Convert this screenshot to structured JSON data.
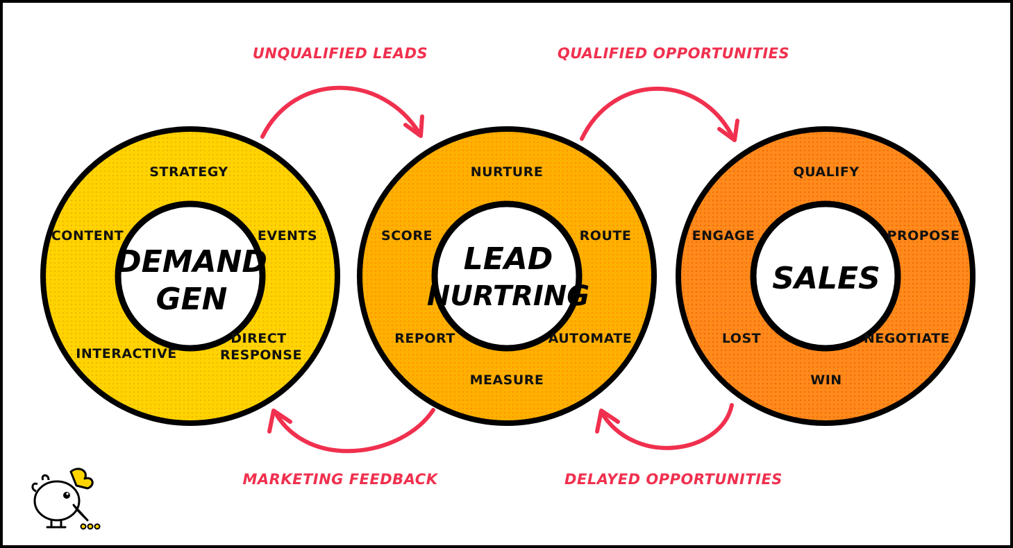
{
  "stages": [
    {
      "id": "demand-gen",
      "center_lines": [
        "DEMAND",
        "GEN"
      ],
      "color": "#ffd500",
      "items": [
        "STRATEGY",
        "EVENTS",
        "DIRECT RESPONSE",
        "INTERACTIVE",
        "CONTENT"
      ]
    },
    {
      "id": "lead-nurturing",
      "center_lines": [
        "LEAD",
        "NURTRING"
      ],
      "color": "#ffb400",
      "items": [
        "NURTURE",
        "ROUTE",
        "AUTOMATE",
        "MEASURE",
        "REPORT",
        "SCORE"
      ]
    },
    {
      "id": "sales",
      "center_lines": [
        "SALES"
      ],
      "color": "#ff8c1a",
      "items": [
        "QUALIFY",
        "PROPOSE",
        "NEGOTIATE",
        "WIN",
        "LOST",
        "ENGAGE"
      ]
    }
  ],
  "flows": [
    {
      "label": "UNQUALIFIED LEADS",
      "from": "demand-gen",
      "to": "lead-nurturing"
    },
    {
      "label": "QUALIFIED OPPORTUNITIES",
      "from": "lead-nurturing",
      "to": "sales"
    },
    {
      "label": "MARKETING FEEDBACK",
      "from": "lead-nurturing",
      "to": "demand-gen"
    },
    {
      "label": "DELAYED OPPORTUNITIES",
      "from": "sales",
      "to": "lead-nurturing"
    }
  ],
  "colors": {
    "arrow": "#f0304e",
    "outline": "#000000"
  },
  "logo": {
    "icon": "bird-mascot-icon"
  }
}
